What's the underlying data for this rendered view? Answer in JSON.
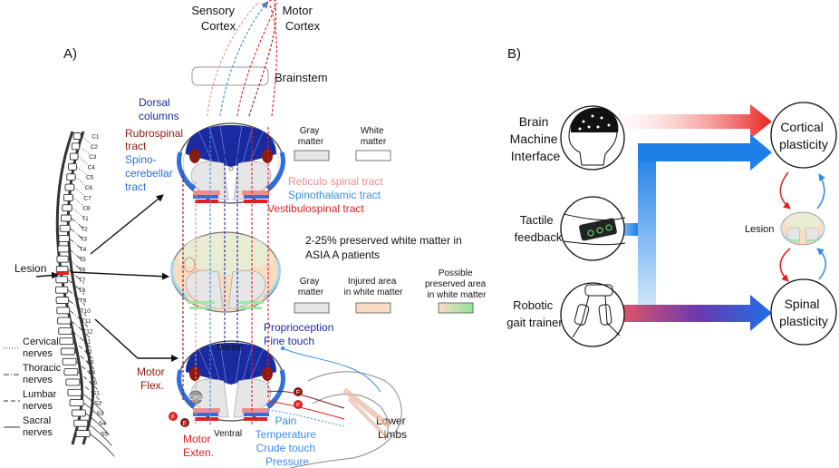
{
  "panels": {
    "a": "A)",
    "b": "B)"
  },
  "top": {
    "sensory_cortex": [
      "Sensory",
      "Cortex"
    ],
    "motor_cortex": [
      "Motor",
      "Cortex"
    ],
    "brainstem": "Brainstem"
  },
  "tracts_left": {
    "dorsal_columns": [
      "Dorsal",
      "columns"
    ],
    "rubrospinal": [
      "Rubrospinal",
      "tract"
    ],
    "spinocerebellar": [
      "Spino-",
      "cerebellar",
      "tract"
    ]
  },
  "legend_top": {
    "gray": "Gray matter",
    "gray_lines": [
      "Gray",
      "matter"
    ],
    "white_lines": [
      "White",
      "matter"
    ]
  },
  "tracts_right": {
    "reticulo": "Reticulo spinal tract",
    "spinothalamic": "Spinothalamic tract",
    "vestibulo": "Vestibulospinal tract"
  },
  "preserved_note": [
    "2-25% preserved white matter in",
    "ASIA A patients"
  ],
  "legend_mid": {
    "gray": [
      "Gray",
      "matter"
    ],
    "injured": [
      "Injured area",
      "in white matter"
    ],
    "possible": [
      "Possible",
      "preserved area",
      "in white matter"
    ]
  },
  "spine": {
    "lesion": "Lesion",
    "vertebrae": [
      "C1",
      "C2",
      "C3",
      "C4",
      "C5",
      "C6",
      "C7",
      "C8",
      "T1",
      "T2",
      "T3",
      "T4",
      "T5",
      "T6",
      "T7",
      "T8",
      "T9",
      "T10",
      "T11",
      "T12",
      "L1",
      "L2",
      "L3",
      "L4",
      "L5",
      "S1",
      "S2",
      "S3",
      "S4",
      "S5"
    ],
    "legend": [
      {
        "label": [
          "Cervical",
          "nerves"
        ],
        "dash": "1 2"
      },
      {
        "label": [
          "Thoracic",
          "nerves"
        ],
        "dash": "6 2 1 2"
      },
      {
        "label": [
          "Lumbar",
          "nerves"
        ],
        "dash": "5 3"
      },
      {
        "label": [
          "Sacral",
          "nerves"
        ],
        "dash": ""
      }
    ]
  },
  "lower": {
    "proprioception": [
      "Proprioception",
      "Fine touch"
    ],
    "dorsal": "Dorsal",
    "ventral": "Ventral",
    "motor_flex": [
      "Motor",
      "Flex."
    ],
    "motor_exten": [
      "Motor",
      "Exten."
    ],
    "pain": [
      "Pain",
      "Temperature",
      "Crude touch",
      "Pressure"
    ],
    "lower_limbs": [
      "Lower",
      "Limbs"
    ],
    "cpg": "CPG",
    "badge_f": "F",
    "badge_e": "E"
  },
  "panel_b": {
    "bmi": [
      "Brain",
      "Machine",
      "Interface"
    ],
    "tactile": [
      "Tactile",
      "feedback"
    ],
    "robotic": [
      "Robotic",
      "gait trainer"
    ],
    "cortical": [
      "Cortical",
      "plasticity"
    ],
    "spinal": [
      "Spinal",
      "plasticity"
    ],
    "lesion": "Lesion"
  },
  "colors": {
    "dark_blue": "#1a2aa0",
    "blue": "#2f6fe0",
    "light_blue": "#3a8ee6",
    "sky": "#5aa9f0",
    "red": "#e02020",
    "dark_red": "#8b1a10",
    "pink": "#f08c8c",
    "gray_matter": "#e6e6e6",
    "peach": "#f8dcc2",
    "green": "#9de8a6",
    "black": "#111111"
  }
}
